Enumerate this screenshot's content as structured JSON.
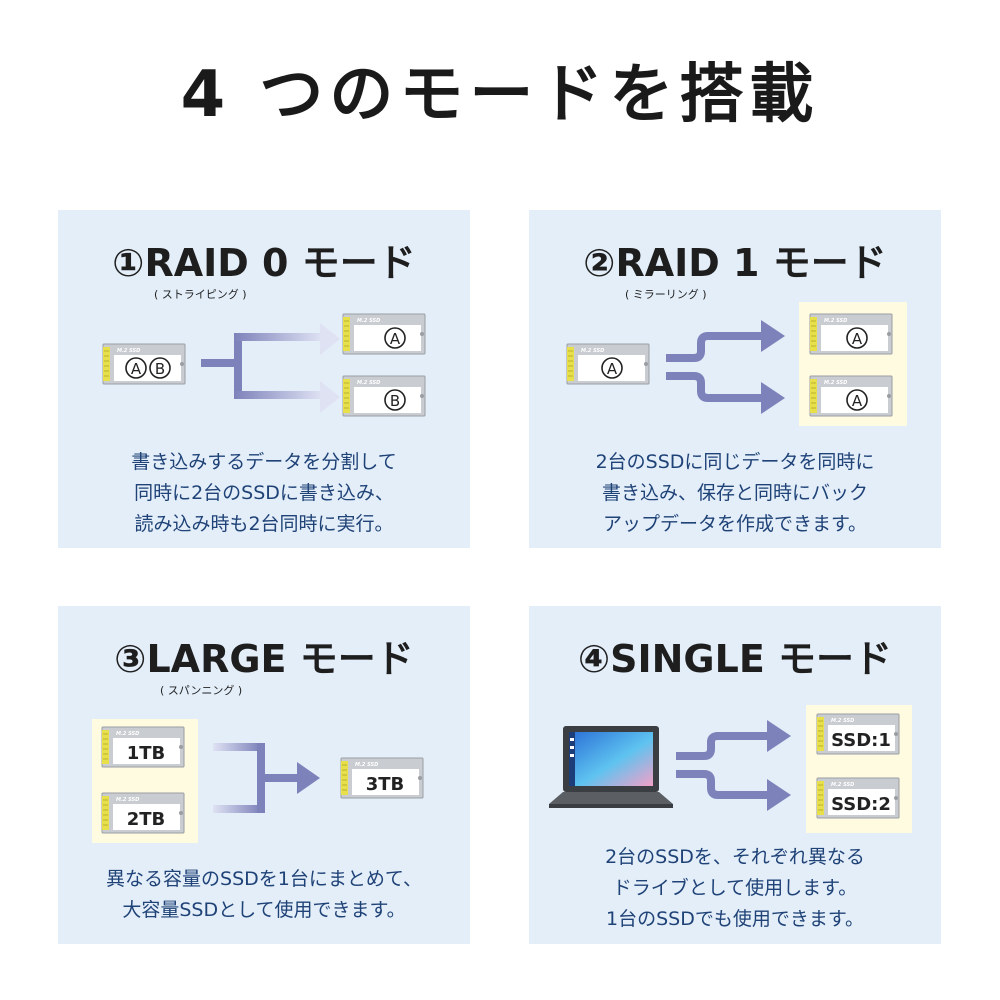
{
  "page": {
    "title": "4 つのモードを搭載"
  },
  "ssd": {
    "label": "M.2 SSD"
  },
  "panels": [
    {
      "title": "①RAID 0 モード",
      "subtitle": "( ストライピング )",
      "source_marks": [
        "A",
        "B"
      ],
      "target_marks": [
        "A",
        "B"
      ],
      "desc": [
        "書き込みするデータを分割して",
        "同時に2台のSSDに書き込み、",
        "読み込み時も2台同時に実行。"
      ]
    },
    {
      "title": "②RAID 1 モード",
      "subtitle": "( ミラーリング )",
      "source_marks": [
        "A"
      ],
      "target_marks": [
        "A",
        "A"
      ],
      "desc": [
        "2台のSSDに同じデータを同時に",
        "書き込み、保存と同時にバック",
        "アップデータを作成できます。"
      ]
    },
    {
      "title": "③LARGE モード",
      "subtitle": "( スパンニング )",
      "source_labels": [
        "1TB",
        "2TB"
      ],
      "target_label": "3TB",
      "desc": [
        "異なる容量のSSDを1台にまとめて、",
        "大容量SSDとして使用できます。"
      ]
    },
    {
      "title": "④SINGLE モード",
      "target_labels": [
        "SSD:1",
        "SSD:2"
      ],
      "desc": [
        "2台のSSDを、それぞれ異なる",
        "ドライブとして使用します。",
        "1台のSSDでも使用できます。"
      ]
    }
  ],
  "colors": {
    "panel_bg": "#e3eef9",
    "arrow": "#7d82ba",
    "desc_text": "#1f4277",
    "highlight": "#fffbe0",
    "ssd_gold": "#e8e04a"
  }
}
